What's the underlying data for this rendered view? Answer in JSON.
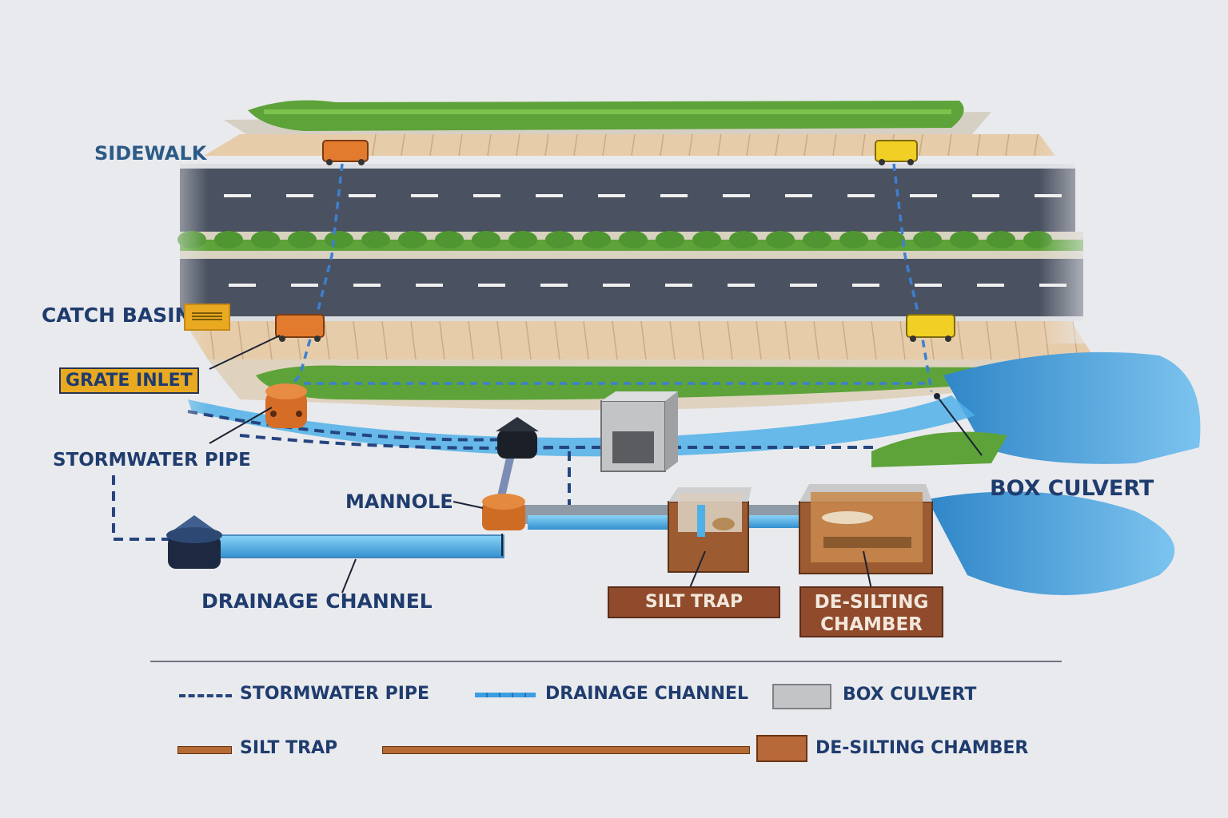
{
  "labels": {
    "sidewalk": "SIDEWALK",
    "catch_basin": "CATCH BASIN",
    "grate_inlet": "GRATE INLET",
    "stormwater_pipe": "STORMWATER PIPE",
    "manhole": "MANNOLE",
    "drainage_channel": "DRAINAGE CHANNEL",
    "box_culvert": "BOX CULVERT",
    "silt_trap": "SILT TRAP",
    "desilting_line1": "DE-SILTING",
    "desilting_line2": "CHAMBER"
  },
  "legend": {
    "stormwater_pipe": "STORMWATER PIPE",
    "drainage_channel": "DRAINAGE CHANNEL",
    "box_culvert": "BOX CULVERT",
    "silt_trap": "SILT TRAP",
    "desilting_chamber": "DE-SILTING CHAMBER"
  },
  "colors": {
    "background": "#e9eaee",
    "road": "#4a5160",
    "grass": "#5da33a",
    "sidewalk": "#e7ccaa",
    "water": "#3e93cf",
    "pipe_dashed": "#25457f",
    "channel": "#4fb0e6",
    "orange_inlet": "#e27b2e",
    "yellow_inlet": "#f1cf24",
    "box_culvert": "#c2c4c6",
    "brown_chamber": "#9c5b30",
    "label_navy": "#1f3c6e"
  }
}
